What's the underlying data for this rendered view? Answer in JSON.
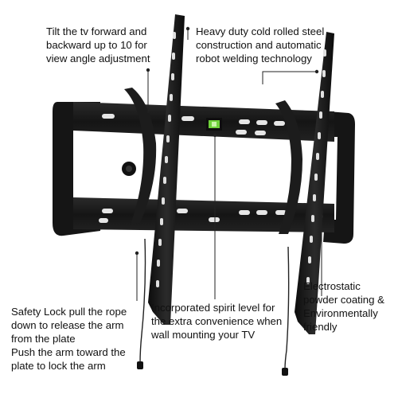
{
  "callouts": {
    "tilt": [
      "Tilt the tv forward and",
      "backward up to 10 for",
      "view angle adjustment"
    ],
    "steel": [
      "Heavy duty cold rolled steel",
      "construction and automatic",
      "robot welding technology"
    ],
    "safety_lock": [
      "Safety Lock  pull the rope",
      "down to release the arm",
      "from the plate"
    ],
    "push_arm": [
      "Push the arm toward the",
      "plate to lock the arm"
    ],
    "spirit_level": [
      "Incorporated spirit level for",
      "the extra convenience when",
      "wall mounting your TV"
    ],
    "coating": [
      "Electrostatic",
      "powder coating &",
      "Environmentally",
      "friendly"
    ]
  },
  "colors": {
    "metal": "#1a1a1a",
    "metal_highlight": "#3a3a3a",
    "slot": "#e8e8e8",
    "leader_line": "#222222",
    "level_bubble": "#6fd23a"
  }
}
